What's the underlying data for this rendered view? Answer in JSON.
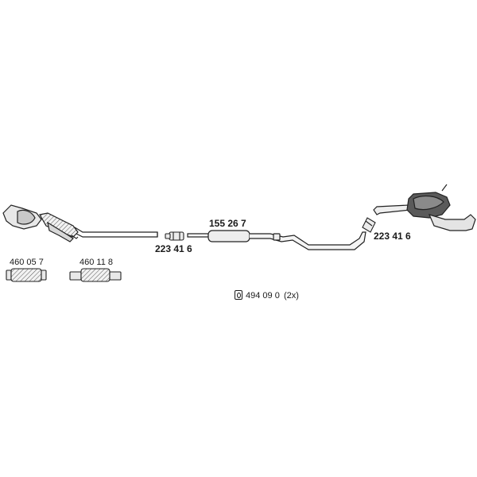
{
  "parts": {
    "catalytic_converter_label": "",
    "pipe_clamp_1": "223 41 6",
    "middle_silencer": "155 26 7",
    "pipe_clamp_2": "223 41 6",
    "flex_pipe_1": "460 05 7",
    "flex_pipe_2": "460 11 8",
    "mounting_kit": "494 09 0",
    "mounting_kit_qty": "(2x)"
  }
}
